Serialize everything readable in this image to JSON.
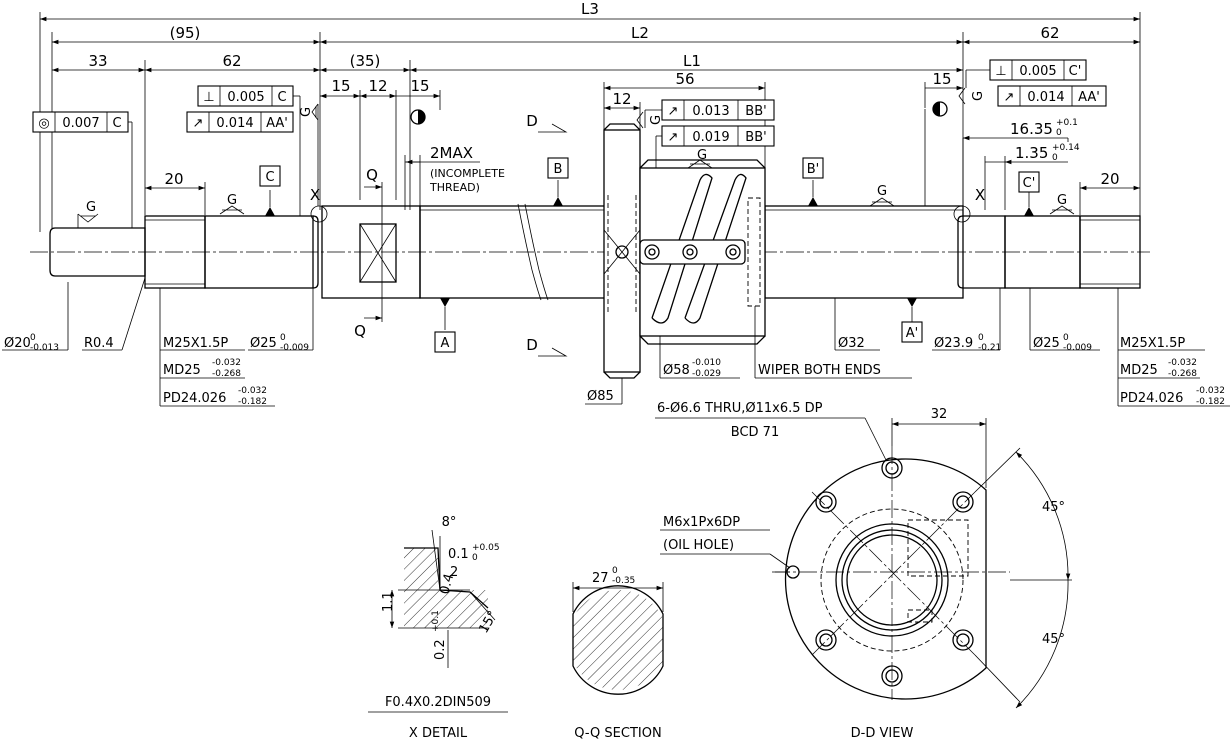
{
  "dims": {
    "L3": "L3",
    "L2": "L2",
    "L1": "L1",
    "d95": "(95)",
    "d35": "(35)",
    "d62a": "62",
    "d62b": "62",
    "d33": "33",
    "d15a": "15",
    "d12a": "12",
    "d15b": "15",
    "d56": "56",
    "d12b": "12",
    "d15c": "15",
    "d20a": "20",
    "d20b": "20",
    "d2max": "2MAX",
    "incomplete1": "(INCOMPLETE",
    "incomplete2": "THREAD)",
    "d16": "16.35",
    "d16tolU": "+0.1",
    "d16tolL": "0",
    "d135": "1.35",
    "d135tolU": "+0.14",
    "d135tolL": "0",
    "d32": "32",
    "d45a": "45°",
    "d45b": "45°",
    "d27": "27",
    "d27tolU": "0",
    "d27tolL": "-0.35",
    "d8": "8°",
    "d01": "0.1",
    "d01tolU": "+0.05",
    "d01tolL": "0",
    "d2": "2",
    "d04": "0.4",
    "d11": "1.1",
    "d15deg": "15°",
    "d02": "0.2",
    "d02tolU": "+0.1",
    "d02tolL": "0"
  },
  "diameters": {
    "d20": "Ø20",
    "d20tolU": "0",
    "d20tolL": "-0.013",
    "r04": "R0.4",
    "m25a": "M25X1.5P",
    "md25a": "MD25",
    "md25atolU": "-0.032",
    "md25atolL": "-0.268",
    "pd24a": "PD24.026",
    "pd24atolU": "-0.032",
    "pd24atolL": "-0.182",
    "d25a": "Ø25",
    "d25atolU": "0",
    "d25atolL": "-0.009",
    "d85": "Ø85",
    "d58": "Ø58",
    "d58tolU": "-0.010",
    "d58tolL": "-0.029",
    "wiper": "WIPER BOTH ENDS",
    "d32": "Ø32",
    "d239": "Ø23.9",
    "d239tolU": "0",
    "d239tolL": "-0.21",
    "d25b": "Ø25",
    "d25btolU": "0",
    "d25btolL": "-0.009",
    "m25b": "M25X1.5P",
    "md25b": "MD25",
    "md25btolU": "-0.032",
    "md25btolL": "-0.268",
    "pd24b": "PD24.026",
    "pd24btolU": "-0.032",
    "pd24btolL": "-0.182"
  },
  "tolerances": {
    "conc": {
      "sym": "◎",
      "val": "0.007",
      "ref": "C"
    },
    "perpA": {
      "sym": "⊥",
      "val": "0.005",
      "ref": "C"
    },
    "runA": {
      "sym": "↗",
      "val": "0.014",
      "ref": "AA'"
    },
    "runNut1": {
      "sym": "↗",
      "val": "0.013",
      "ref": "BB'"
    },
    "runNut2": {
      "sym": "↗",
      "val": "0.019",
      "ref": "BB'"
    },
    "perpB": {
      "sym": "⊥",
      "val": "0.005",
      "ref": "C'"
    },
    "runB": {
      "sym": "↗",
      "val": "0.014",
      "ref": "AA'"
    }
  },
  "datums": {
    "A": "A",
    "Ap": "A'",
    "B": "B",
    "Bp": "B'",
    "C": "C",
    "Cp": "C'"
  },
  "marks": {
    "G": "G",
    "X": "X",
    "Q": "Q",
    "D": "D"
  },
  "notes": {
    "holes": "6-Ø6.6 THRU,Ø11x6.5 DP",
    "bcd": "BCD 71",
    "oil1": "M6x1Px6DP",
    "oil2": "(OIL HOLE)",
    "chamfer": "F0.4X0.2DIN509"
  },
  "views": {
    "xdetail": "X DETAIL",
    "qq": "Q-Q SECTION",
    "dd": "D-D VIEW"
  }
}
